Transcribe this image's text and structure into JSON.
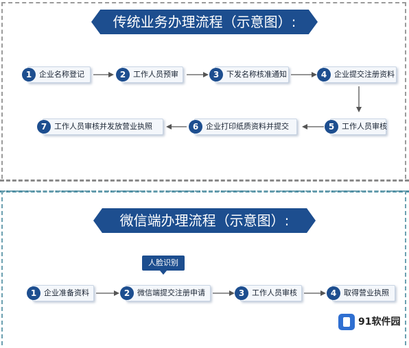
{
  "traditional": {
    "title": "传统业务办理流程（示意图）:",
    "steps": [
      {
        "num": "1",
        "label": "企业名称登记"
      },
      {
        "num": "2",
        "label": "工作人员预审"
      },
      {
        "num": "3",
        "label": "下发名称核准通知"
      },
      {
        "num": "4",
        "label": "企业提交注册资料"
      },
      {
        "num": "5",
        "label": "工作人员审核"
      },
      {
        "num": "6",
        "label": "企业打印纸质资料并提交"
      },
      {
        "num": "7",
        "label": "工作人员审核并发放营业执照"
      }
    ]
  },
  "wechat": {
    "title": "微信端办理流程（示意图）:",
    "callout": "人脸识别",
    "steps": [
      {
        "num": "1",
        "label": "企业准备资料"
      },
      {
        "num": "2",
        "label": "微信端提交注册申请"
      },
      {
        "num": "3",
        "label": "工作人员审核"
      },
      {
        "num": "4",
        "label": "取得营业执照"
      }
    ]
  },
  "watermark": {
    "text": "91软件园"
  },
  "colors": {
    "accent": "#1d4e8f",
    "step_bg": "#f4f7fb",
    "arrow": "#555555"
  }
}
